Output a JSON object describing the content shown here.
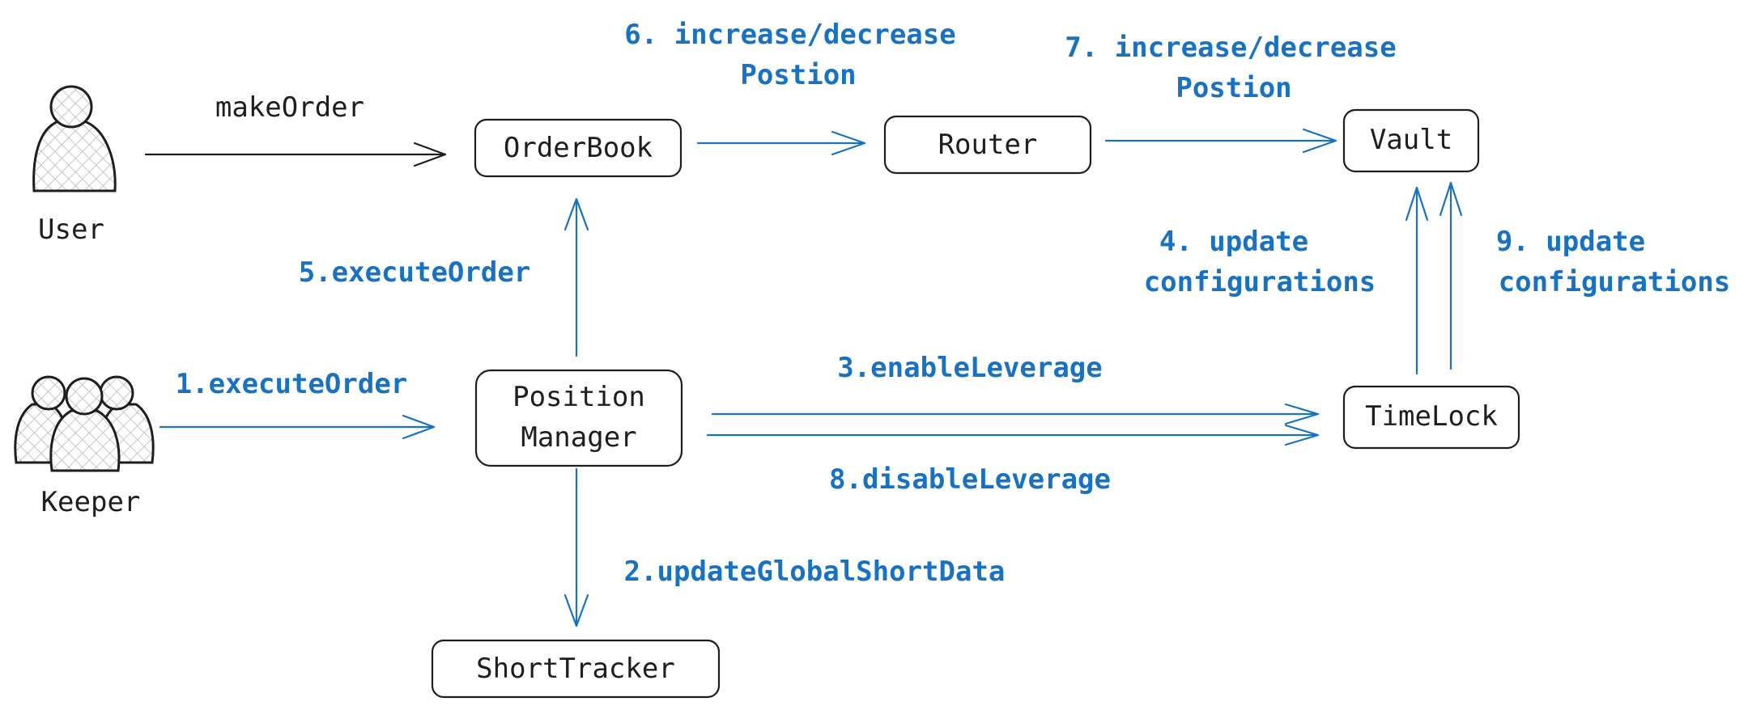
{
  "colors": {
    "accent": "#1971c2",
    "ink": "#1e1e1e",
    "background": "#ffffff"
  },
  "actors": {
    "user": {
      "label": "User",
      "icon": "person-icon"
    },
    "keeper": {
      "label": "Keeper",
      "icon": "people-group-icon"
    }
  },
  "nodes": {
    "orderbook": "OrderBook",
    "router": "Router",
    "vault": "Vault",
    "position_manager": [
      "Position",
      "Manager"
    ],
    "timelock": "TimeLock",
    "shorttracker": "ShortTracker"
  },
  "edges": {
    "make_order": "makeOrder",
    "step1": "1.executeOrder",
    "step2": "2.updateGlobalShortData",
    "step3": "3.enableLeverage",
    "step4": [
      "4. update",
      "configurations"
    ],
    "step5": "5.executeOrder",
    "step6": [
      "6. increase/decrease",
      "Postion"
    ],
    "step7": [
      "7. increase/decrease",
      "Postion"
    ],
    "step8": "8.disableLeverage",
    "step9": [
      "9. update",
      "configurations"
    ]
  }
}
